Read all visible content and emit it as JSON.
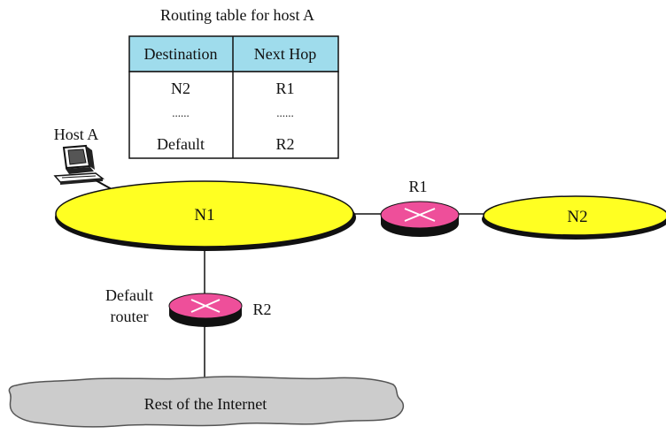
{
  "table": {
    "title": "Routing table for host A",
    "headers": {
      "destination": "Destination",
      "next_hop": "Next Hop"
    },
    "rows": [
      {
        "destination": "N2",
        "next_hop": "R1"
      },
      {
        "destination": "......",
        "next_hop": "......"
      },
      {
        "destination": "Default",
        "next_hop": "R2"
      }
    ]
  },
  "nodes": {
    "host_a": "Host A",
    "n1": "N1",
    "n2": "N2",
    "r1": "R1",
    "r2": "R2",
    "default_router": [
      "Default",
      "router"
    ],
    "internet": "Rest of the Internet"
  },
  "colors": {
    "network": "#ffff22",
    "router": "#ee4f9a",
    "table_header": "#9fdcec",
    "cloud": "#cccccc"
  }
}
